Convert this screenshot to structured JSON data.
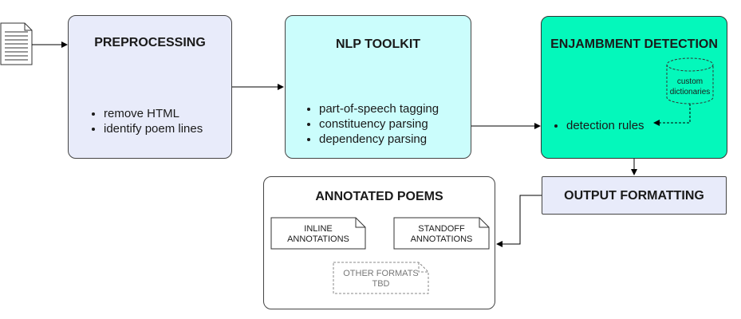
{
  "preprocessing": {
    "title": "PREPROCESSING",
    "items": [
      "remove HTML",
      "identify poem lines"
    ]
  },
  "nlp_toolkit": {
    "title": "NLP TOOLKIT",
    "items": [
      "part-of-speech tagging",
      "constituency parsing",
      "dependency parsing"
    ]
  },
  "enjambment": {
    "title": "ENJAMBMENT DETECTION",
    "items": [
      "detection rules"
    ],
    "dictionaries": [
      "custom",
      "dictionaries"
    ]
  },
  "output_formatting": {
    "title": "OUTPUT FORMATTING"
  },
  "annotated_poems": {
    "title": "ANNOTATED POEMS",
    "inline": [
      "INLINE",
      "ANNOTATIONS"
    ],
    "standoff": [
      "STANDOFF",
      "ANNOTATIONS"
    ],
    "other": [
      "OTHER FORMATS",
      "TBD"
    ]
  },
  "colors": {
    "preprocessing_fill": "#e8ebfa",
    "nlp_fill": "#cbfdfc",
    "enjambment_fill": "#04f8bb",
    "output_fill": "#e8ebfa"
  },
  "icons": {
    "input": "document-icon"
  }
}
